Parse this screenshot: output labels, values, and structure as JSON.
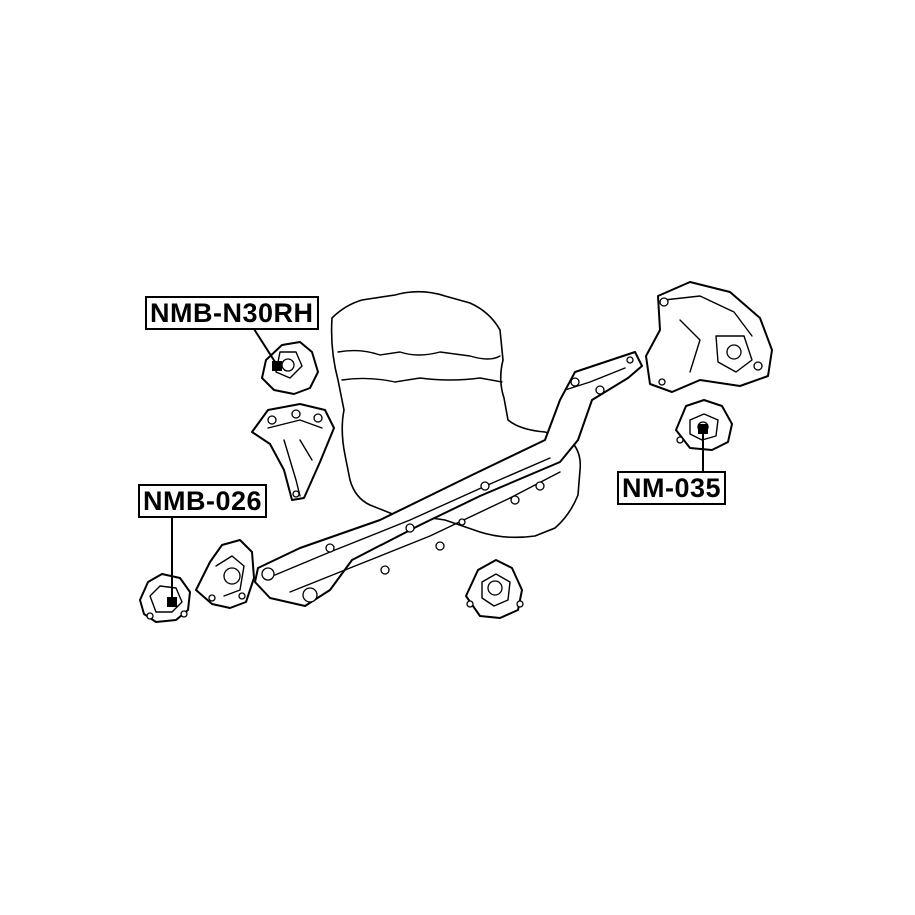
{
  "callouts": {
    "upper_right_mount": "NMB-N30RH",
    "left_mount": "NMB-026",
    "rear_mount": "NM-035"
  },
  "colors": {
    "line": "#000000",
    "background": "#ffffff"
  }
}
